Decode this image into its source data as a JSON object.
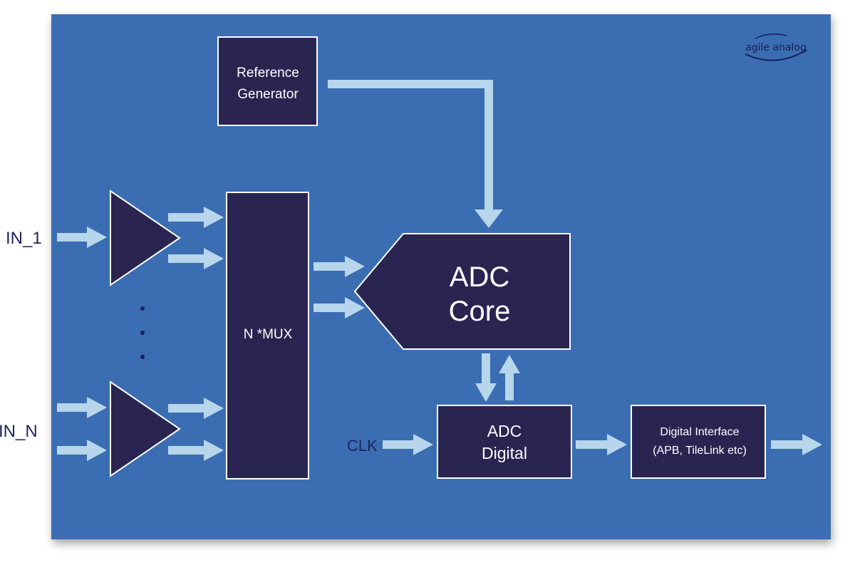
{
  "logo": {
    "text": "agile analog"
  },
  "inputs": {
    "first": "IN_1",
    "last": "IN_N"
  },
  "clock_label": "CLK",
  "blocks": {
    "reference_generator": [
      "Reference",
      "Generator"
    ],
    "mux": "N *MUX",
    "adc_core": [
      "ADC",
      "Core"
    ],
    "adc_digital": [
      "ADC",
      "Digital"
    ],
    "digital_interface": [
      "Digital Interface",
      "(APB, TileLink etc)"
    ]
  },
  "colors": {
    "panel": "#3b6db3",
    "block": "#2a2451",
    "arrow": "#b7d6ec",
    "label": "#23245e"
  }
}
